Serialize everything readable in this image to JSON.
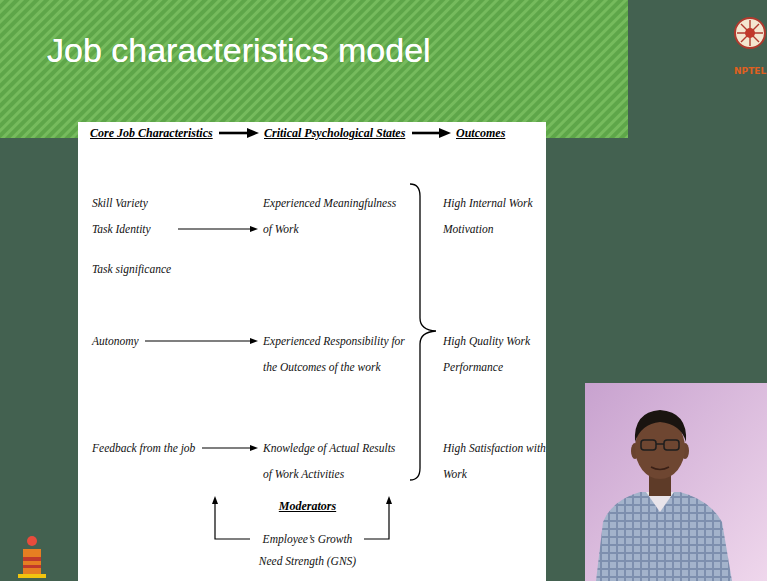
{
  "diagram": {
    "title": "Job characteristics model",
    "nodes": [
      {
        "text": [
          "Core Job Characteristics"
        ]
      },
      {
        "text": [
          "Critical Psychological States"
        ]
      },
      {
        "text": [
          "Outcomes"
        ]
      },
      {
        "text": [
          "Skill Variety",
          "Task Identity",
          "Task significance"
        ]
      },
      {
        "text": [
          "Experienced Meaningfulness of Work"
        ]
      },
      {
        "text": [
          "High Internal Work Motivation"
        ]
      },
      {
        "text": [
          "Autonomy"
        ]
      },
      {
        "text": [
          "Experienced Responsibility for the Outcomes of the work"
        ]
      },
      {
        "text": [
          "High Quality Work Performance"
        ]
      },
      {
        "text": [
          "Feedback from the job"
        ]
      },
      {
        "text": [
          "Knowledge of Actual Results of Work Activities"
        ]
      },
      {
        "text": [
          "High Satisfaction with Work"
        ]
      },
      {
        "text": [
          "Moderators",
          "Employee’s Growth Need Strength (GNS)"
        ]
      }
    ],
    "edges": [
      {
        "from": 0,
        "to": 1,
        "arrow": "to"
      },
      {
        "from": 1,
        "to": 2,
        "arrow": "to"
      },
      {
        "from": 3,
        "to": 4,
        "arrow": "to"
      },
      {
        "from": 6,
        "to": 7,
        "arrow": "to"
      },
      {
        "from": 9,
        "to": 10,
        "arrow": "to"
      }
    ],
    "labels": [
      "NPTEL"
    ]
  }
}
